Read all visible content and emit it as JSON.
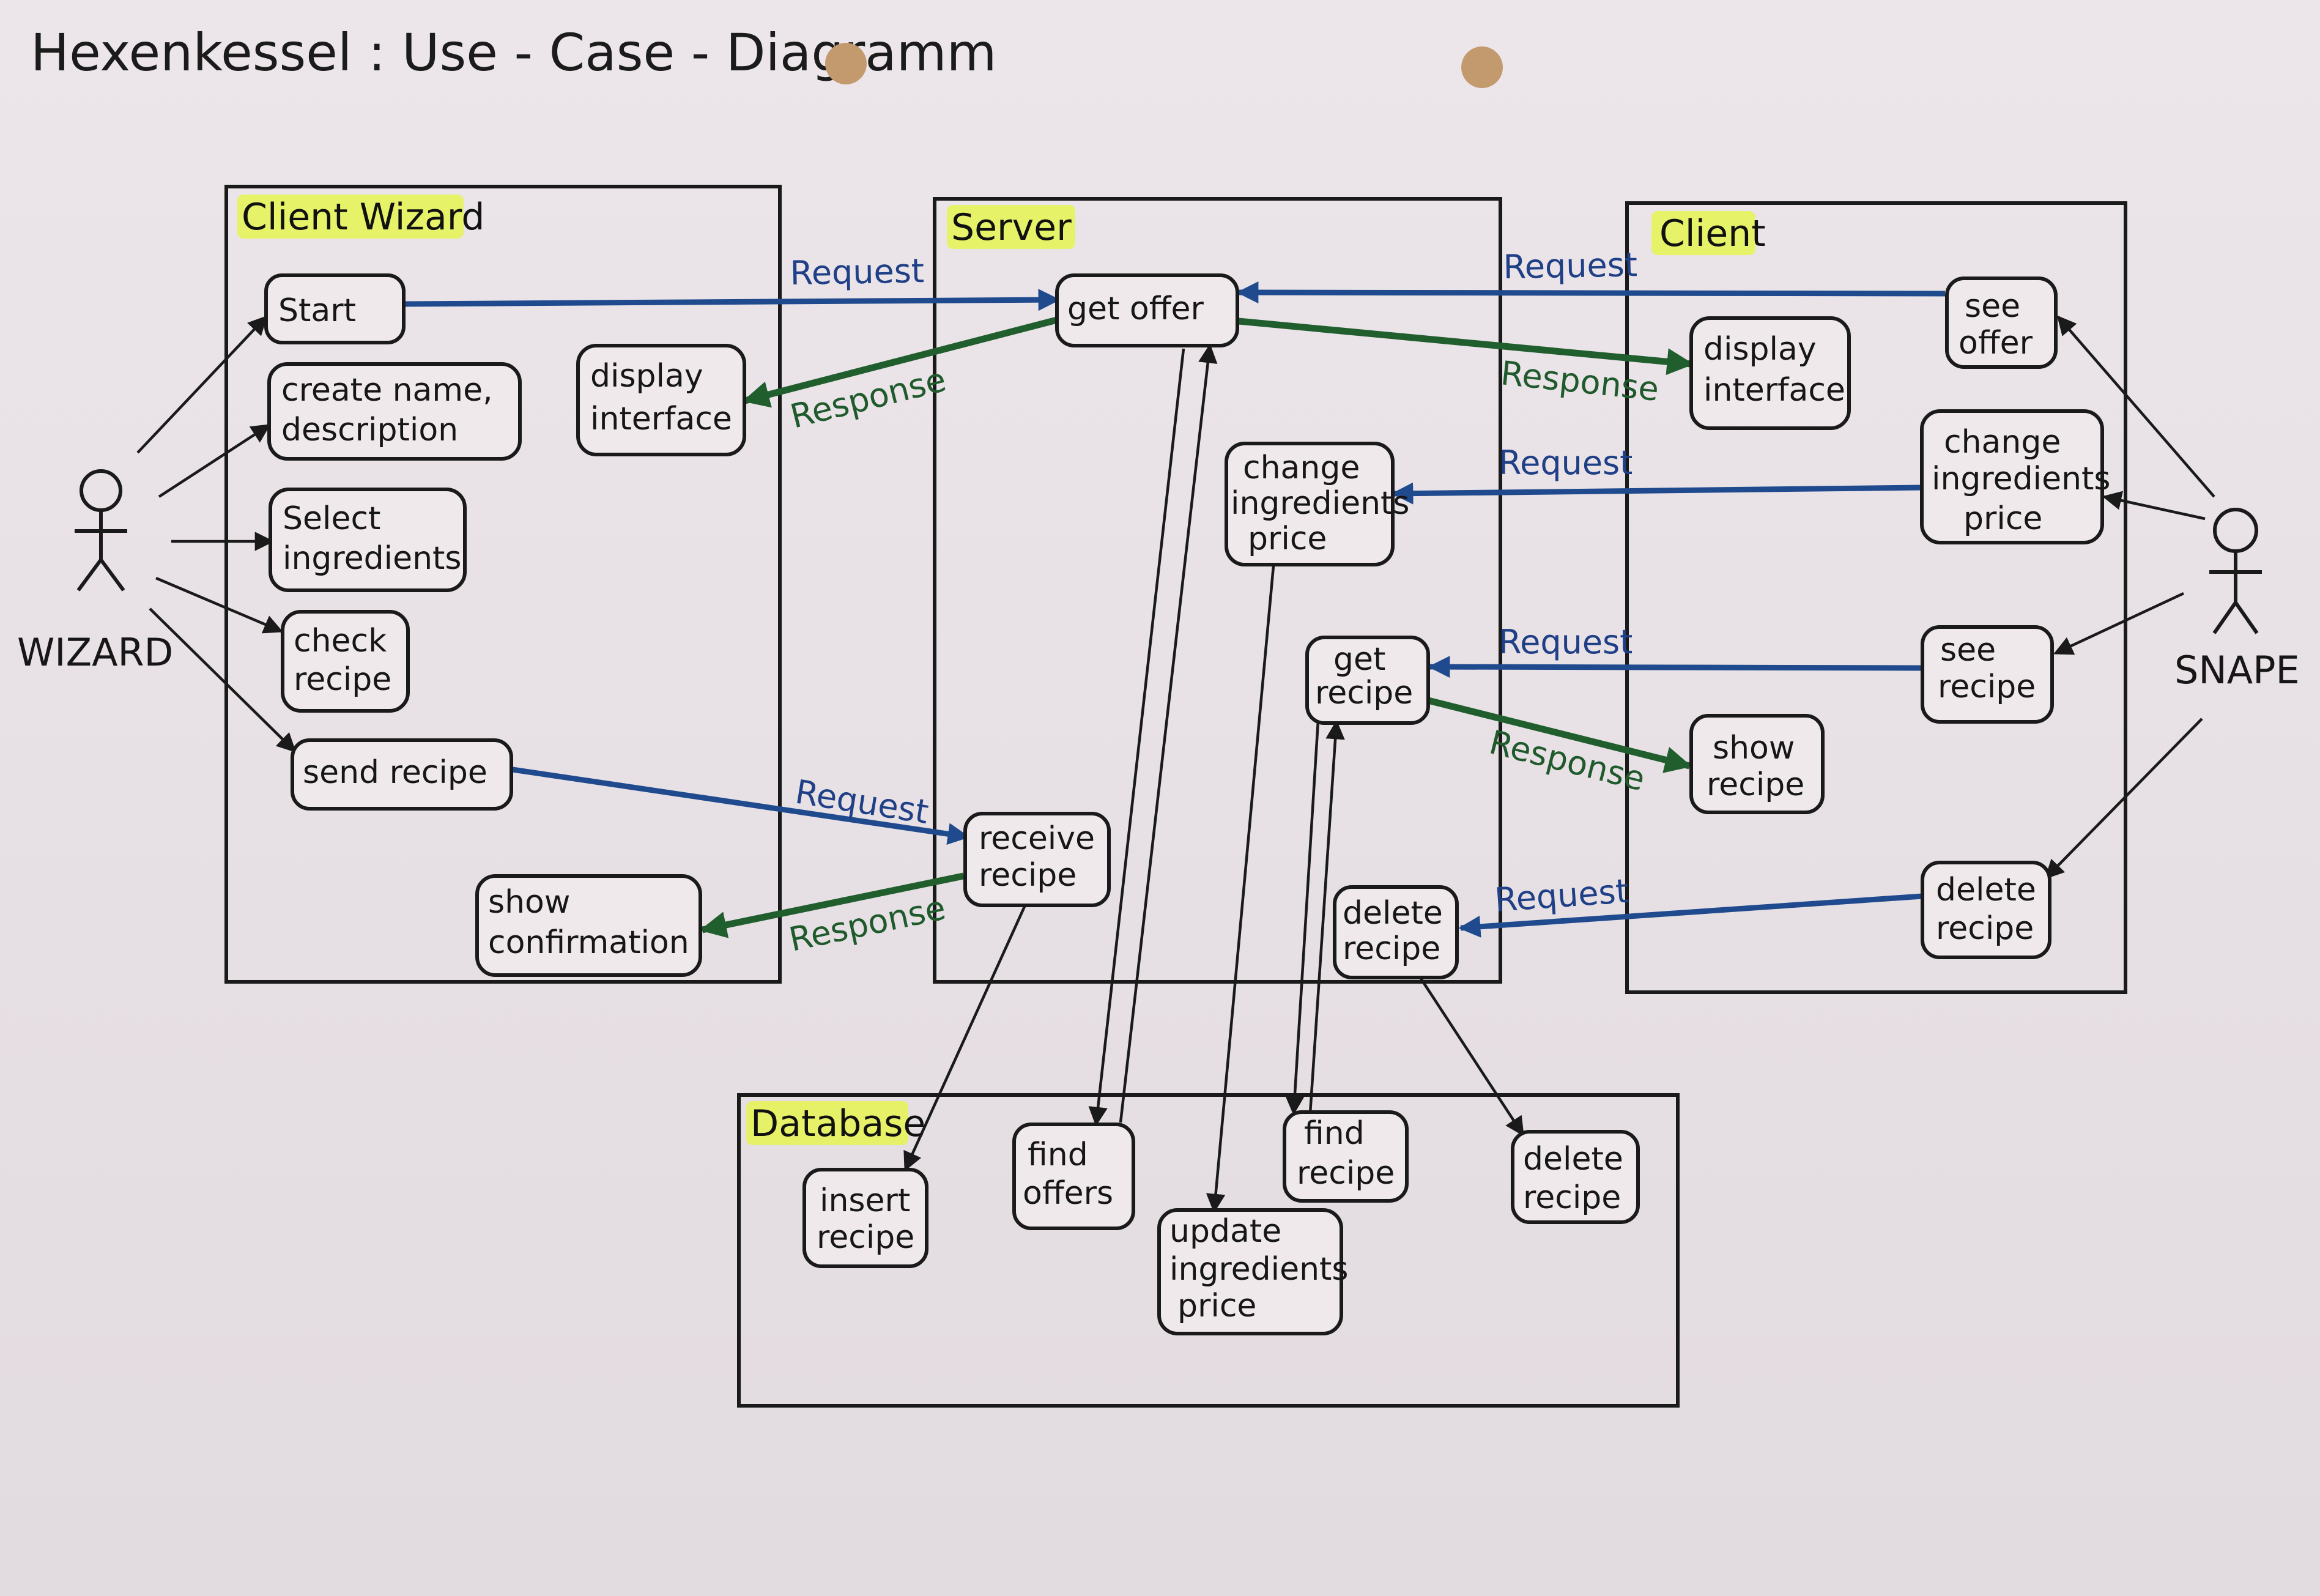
{
  "title": "Hexenkessel : Use - Case - Diagramm",
  "colors": {
    "request": "#1f4a8e",
    "response": "#215e2e",
    "highlight": "#e6f35a",
    "paper": "#ece6ea",
    "ink": "#1a1a1a"
  },
  "systems": {
    "client_wizard": "Client Wizard",
    "server": "Server",
    "client": "Client",
    "database": "Database"
  },
  "actors": {
    "wizard": "WIZARD",
    "snape": "SNAPE"
  },
  "use_cases": {
    "start": [
      "Start"
    ],
    "create_name": [
      "create name,",
      "description"
    ],
    "select_ingredients": [
      "Select",
      "ingredients"
    ],
    "check_recipe": [
      "check",
      "recipe"
    ],
    "send_recipe": [
      "send recipe"
    ],
    "show_confirmation": [
      "show",
      "confirmation"
    ],
    "display_interface_w": [
      "display",
      "interface"
    ],
    "get_offer": [
      "get offer"
    ],
    "change_ing_price_s": [
      "change",
      "ingredients",
      "price"
    ],
    "get_recipe": [
      "get",
      "recipe"
    ],
    "receive_recipe": [
      "receive",
      "recipe"
    ],
    "delete_recipe_s": [
      "delete",
      "recipe"
    ],
    "see_offer": [
      "see",
      "offer"
    ],
    "display_interface_c": [
      "display",
      "interface"
    ],
    "change_ing_price_c": [
      "change",
      "ingredients",
      "price"
    ],
    "see_recipe": [
      "see",
      "recipe"
    ],
    "show_recipe": [
      "show",
      "recipe"
    ],
    "delete_recipe_c": [
      "delete",
      "recipe"
    ],
    "insert_recipe": [
      "insert",
      "recipe"
    ],
    "find_offers": [
      "find",
      "offers"
    ],
    "update_ing_price": [
      "update",
      "ingredients",
      "price"
    ],
    "find_recipe": [
      "find",
      "recipe"
    ],
    "delete_recipe_db": [
      "delete",
      "recipe"
    ]
  },
  "labels": {
    "request": "Request",
    "response": "Response"
  }
}
